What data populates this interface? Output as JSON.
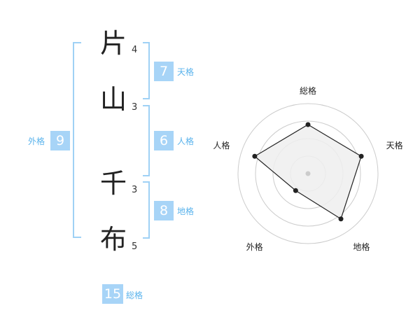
{
  "name": {
    "chars": [
      {
        "char": "片",
        "strokes": "4"
      },
      {
        "char": "山",
        "strokes": "3"
      },
      {
        "char": "千",
        "strokes": "3"
      },
      {
        "char": "布",
        "strokes": "5"
      }
    ]
  },
  "fortunes": {
    "tenkaku": {
      "value": "7",
      "label": "天格"
    },
    "jinkaku": {
      "value": "6",
      "label": "人格"
    },
    "chikaku": {
      "value": "8",
      "label": "地格"
    },
    "gaikaku": {
      "value": "9",
      "label": "外格"
    },
    "soukaku": {
      "value": "15",
      "label": "総格"
    }
  },
  "chart_data": {
    "type": "radar",
    "axes": [
      "総格",
      "天格",
      "地格",
      "外格",
      "人格"
    ],
    "values": [
      0.7,
      0.8,
      0.8,
      0.3,
      0.8
    ],
    "range": [
      0,
      1
    ],
    "rings": 4,
    "colors": {
      "fill": "#eeeeee",
      "line": "#222222",
      "grid": "#cccccc",
      "center": "#cccccc"
    }
  }
}
